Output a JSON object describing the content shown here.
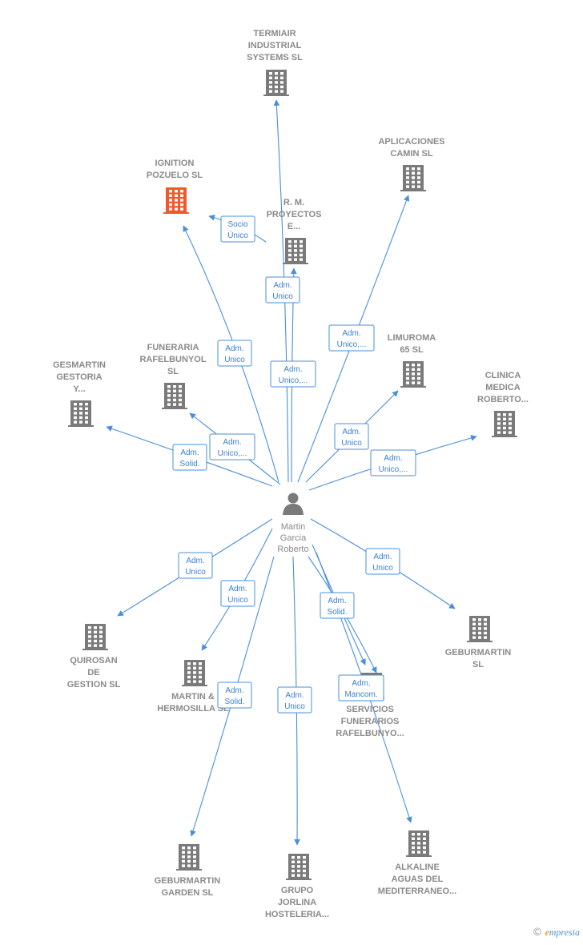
{
  "center": {
    "lines": [
      "Martin",
      "Garcia",
      "Roberto"
    ]
  },
  "colors": {
    "edge": "#4a8fd8",
    "building": "#7a7a7a",
    "highlight": "#f05a28"
  },
  "companies": [
    {
      "id": "termiair",
      "lines": [
        "TERMIAIR",
        "INDUSTRIAL",
        "SYSTEMS SL"
      ],
      "highlight": false
    },
    {
      "id": "aplicaciones",
      "lines": [
        "APLICACIONES",
        "CAMIN  SL"
      ],
      "highlight": false
    },
    {
      "id": "ignition",
      "lines": [
        "IGNITION",
        "POZUELO  SL"
      ],
      "highlight": true
    },
    {
      "id": "rm",
      "lines": [
        "R.  M.",
        "PROYECTOS",
        "E..."
      ],
      "highlight": false
    },
    {
      "id": "limuroma",
      "lines": [
        "LIMUROMA",
        "65  SL"
      ],
      "highlight": false
    },
    {
      "id": "funeraria",
      "lines": [
        "FUNERARIA",
        "RAFELBUNYOL",
        "SL"
      ],
      "highlight": false
    },
    {
      "id": "gesmartin",
      "lines": [
        "GESMARTIN",
        "GESTORIA",
        "Y..."
      ],
      "highlight": false
    },
    {
      "id": "clinica",
      "lines": [
        "CLINICA",
        "MEDICA",
        "ROBERTO..."
      ],
      "highlight": false
    },
    {
      "id": "quirosan",
      "lines": [
        "QUIROSAN",
        "DE",
        "GESTION  SL"
      ],
      "highlight": false
    },
    {
      "id": "martinh",
      "lines": [
        "MARTIN &",
        "HERMOSILLA SL"
      ],
      "highlight": false
    },
    {
      "id": "geburmartin",
      "lines": [
        "GEBURMARTIN",
        "SL"
      ],
      "highlight": false
    },
    {
      "id": "servicios",
      "lines": [
        "SERVICIOS",
        "FUNERARIOS",
        "RAFELBUNYO..."
      ],
      "highlight": false
    },
    {
      "id": "geburgarden",
      "lines": [
        "GEBURMARTIN",
        "GARDEN SL"
      ],
      "highlight": false
    },
    {
      "id": "grupo",
      "lines": [
        "GRUPO",
        "JORLINA",
        "HOSTELERIA..."
      ],
      "highlight": false
    },
    {
      "id": "alkaline",
      "lines": [
        "ALKALINE",
        "AGUAS DEL",
        "MEDITERRANEO..."
      ],
      "highlight": false
    }
  ],
  "edges": [
    {
      "to": "termiair",
      "lines": [
        "Adm.",
        "Unico,..."
      ]
    },
    {
      "to": "rm",
      "lines": [
        "Adm.",
        "Unico"
      ]
    },
    {
      "to": "ignition",
      "lines": [
        "Adm.",
        "Unico"
      ]
    },
    {
      "to": "ignition",
      "lines": [
        "Socio",
        "Único"
      ]
    },
    {
      "to": "aplicaciones",
      "lines": [
        "Adm.",
        "Unico,..."
      ]
    },
    {
      "to": "limuroma",
      "lines": [
        "Adm.",
        "Unico"
      ]
    },
    {
      "to": "clinica",
      "lines": [
        "Adm.",
        "Unico,..."
      ]
    },
    {
      "to": "funeraria",
      "lines": [
        "Adm.",
        "Unico,..."
      ]
    },
    {
      "to": "gesmartin",
      "lines": [
        "Adm.",
        "Solid."
      ]
    },
    {
      "to": "quirosan",
      "lines": [
        "Adm.",
        "Unico"
      ]
    },
    {
      "to": "martinh",
      "lines": [
        "Adm.",
        "Unico"
      ]
    },
    {
      "to": "geburmartin",
      "lines": [
        "Adm.",
        "Unico"
      ]
    },
    {
      "to": "servicios",
      "lines": [
        "Adm.",
        "Solid."
      ]
    },
    {
      "to": "servicios",
      "lines": [
        "Adm.",
        "Mancom."
      ]
    },
    {
      "to": "geburgarden",
      "lines": [
        "Adm.",
        "Solid."
      ]
    },
    {
      "to": "grupo",
      "lines": [
        "Adm.",
        "Unico"
      ]
    },
    {
      "to": "alkaline",
      "lines": [
        "Adm.",
        "Mancom."
      ]
    }
  ],
  "footer": {
    "copyright": "©",
    "brand_first": "e",
    "brand_rest": "mpresia"
  }
}
